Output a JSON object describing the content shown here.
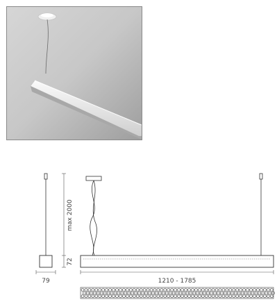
{
  "drawing": {
    "dimensions": {
      "height": "max 2000",
      "body_height": "72",
      "width": "79",
      "length": "1210 - 1785"
    }
  }
}
